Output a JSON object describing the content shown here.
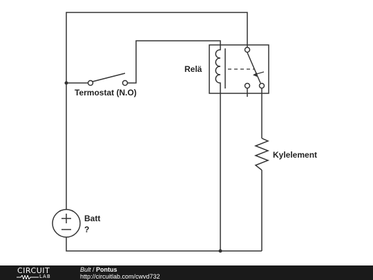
{
  "labels": {
    "thermostat": "Termostat (N.O)",
    "relay": "Relä",
    "heater": "Kylelement",
    "battery_name": "Batt",
    "battery_value": "?"
  },
  "footer": {
    "logo_top": "CIRCUIT",
    "logo_bottom": "LAB",
    "built_word": "Bult",
    "separator": " / ",
    "author": "Pontus",
    "url": "http://circuitlab.com/cwvd732"
  },
  "colors": {
    "wire": "#333333",
    "footer_bg": "#1a1a1a"
  }
}
